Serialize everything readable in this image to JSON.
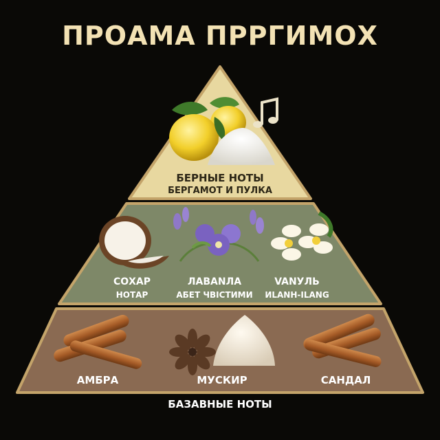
{
  "title": "ПРОАМА ПРРГИМОХ",
  "top": {
    "line1": "БЕРНЫЕ НОТЫ",
    "line2": "БЕРГАМОТ И ПУЛКА"
  },
  "middle": [
    {
      "line1": "СОХАР",
      "line2": "НОТАР"
    },
    {
      "line1": "ЛАВАNЛА",
      "line2": "АБЕТ ЧВІСТИМИ"
    },
    {
      "line1": "VANУЛЬ",
      "line2": "ИLANН-ILANG"
    }
  ],
  "base": {
    "items": [
      "АМБРА",
      "МУСКИР",
      "САНДАЛ"
    ],
    "caption": "БАЗАВНЫЕ НОТЫ"
  },
  "colors": {
    "background": "#0a0906",
    "tier_top": "#e8d8a0",
    "tier_middle": "#7e8868",
    "tier_base": "#8a6a52",
    "border": "#c4a46a",
    "title": "#f3e2b4"
  },
  "icons": [
    "music-note-icon"
  ]
}
